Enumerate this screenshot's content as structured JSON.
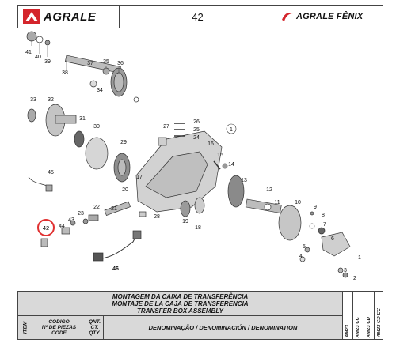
{
  "header": {
    "brand_left": "AGRALE",
    "page_number": "42",
    "brand_right": "AGRALE FÊNIX"
  },
  "drawing": {
    "part_labels": [
      "1",
      "2",
      "3",
      "4",
      "5",
      "6",
      "7",
      "8",
      "9",
      "10",
      "11",
      "12",
      "13",
      "14",
      "15",
      "16",
      "17",
      "18",
      "19",
      "20",
      "21",
      "22",
      "23",
      "24",
      "25",
      "26",
      "27",
      "28",
      "29",
      "30",
      "31",
      "32",
      "33",
      "34",
      "35",
      "36",
      "37",
      "38",
      "39",
      "40",
      "41",
      "42",
      "43",
      "44",
      "45",
      "46"
    ],
    "circled_label": "42",
    "group_label": "1"
  },
  "footer": {
    "title_pt": "MONTAGEM DA CAIXA DE TRANSFERÊNCIA",
    "title_es": "MONTAJE DE LA CAJA DE TRANSFERENCIA",
    "title_en": "TRANSFER BOX ASSEMBLY",
    "col_item": "ITEM",
    "col_code_1": "CÓDIGO",
    "col_code_2": "Nº DE PIEZAS",
    "col_code_3": "CODE",
    "col_qty_1": "QNT.",
    "col_qty_2": "CT.",
    "col_qty_3": "QTY.",
    "col_denomination": "DENOMINAÇÃO / DENOMINACIÓN / DENOMINATION",
    "versions": [
      "AM23",
      "AM23 CC",
      "AM23 CD",
      "AM23 CD CC"
    ]
  },
  "colors": {
    "brand_red": "#d4252c",
    "highlight_circle": "#e03030",
    "title_bg": "#d9d9d9"
  }
}
